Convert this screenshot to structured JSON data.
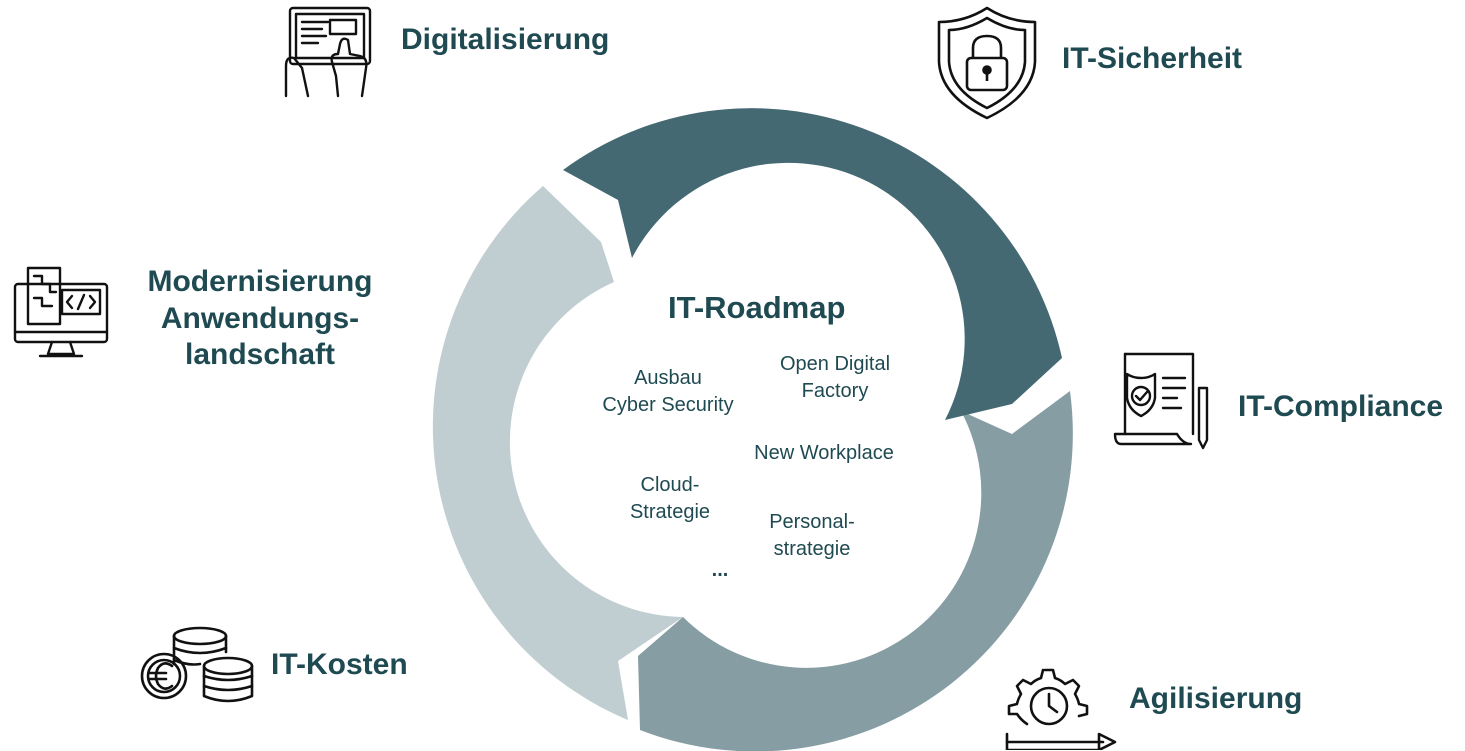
{
  "colors": {
    "text": "#1f4a52",
    "segment_dark": "#456973",
    "segment_mid": "#859da3",
    "segment_light": "#c0ced2",
    "icon_stroke": "#111111"
  },
  "cycle": {
    "title": "IT-Roadmap",
    "items": [
      "Ausbau Cyber Security",
      "Open Digital Factory",
      "New Workplace",
      "Cloud-Strategie",
      "Personal-strategie",
      "..."
    ],
    "item_lines": {
      "cyber_1": "Ausbau",
      "cyber_2": "Cyber Security",
      "factory_1": "Open Digital",
      "factory_2": "Factory",
      "workplace": "New Workplace",
      "cloud_1": "Cloud-",
      "cloud_2": "Strategie",
      "personal_1": "Personal-",
      "personal_2": "strategie",
      "more": "..."
    }
  },
  "topics": {
    "digitalisierung": {
      "label": "Digitalisierung",
      "icon": "touch-tablet-icon"
    },
    "sicherheit": {
      "label": "IT-Sicherheit",
      "icon": "shield-lock-icon"
    },
    "modernisierung": {
      "label_1": "Modernisierung",
      "label_2": "Anwendungs-",
      "label_3": "landschaft",
      "icon": "code-monitor-icon"
    },
    "compliance": {
      "label": "IT-Compliance",
      "icon": "compliance-document-icon"
    },
    "kosten": {
      "label": "IT-Kosten",
      "icon": "euro-coins-icon"
    },
    "agilisierung": {
      "label": "Agilisierung",
      "icon": "gear-clock-arrow-icon"
    }
  }
}
